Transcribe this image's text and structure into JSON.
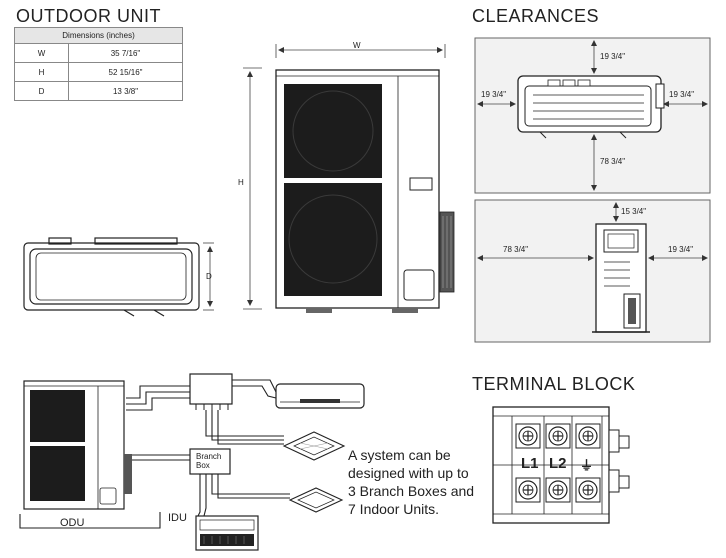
{
  "outdoor_unit": {
    "heading": "OUTDOOR UNIT",
    "table": {
      "header": "Dimensions (inches)",
      "rows": [
        {
          "key": "W",
          "value": "35 7/16\""
        },
        {
          "key": "H",
          "value": "52 15/16\""
        },
        {
          "key": "D",
          "value": "13 3/8\""
        }
      ]
    },
    "labels": {
      "width": "W",
      "height": "H",
      "depth": "D"
    }
  },
  "clearances": {
    "heading": "CLEARANCES",
    "top_view": {
      "top": "19 3/4\"",
      "left": "19 3/4\"",
      "right": "19 3/4\"",
      "bottom": "78 3/4\""
    },
    "side_view": {
      "top": "15 3/4\"",
      "left": "78 3/4\"",
      "right": "19 3/4\""
    }
  },
  "system": {
    "odu_label": "ODU",
    "idu_label": "IDU",
    "branch_box_label_1": "Branch",
    "branch_box_label_2": "Box",
    "note_lines": [
      "A system can be",
      "designed with up to",
      "3 Branch Boxes and",
      "7 Indoor Units."
    ]
  },
  "terminal_block": {
    "heading": "TERMINAL BLOCK",
    "labels": {
      "l1": "L1",
      "l2": "L2",
      "ground": "⏚"
    }
  }
}
